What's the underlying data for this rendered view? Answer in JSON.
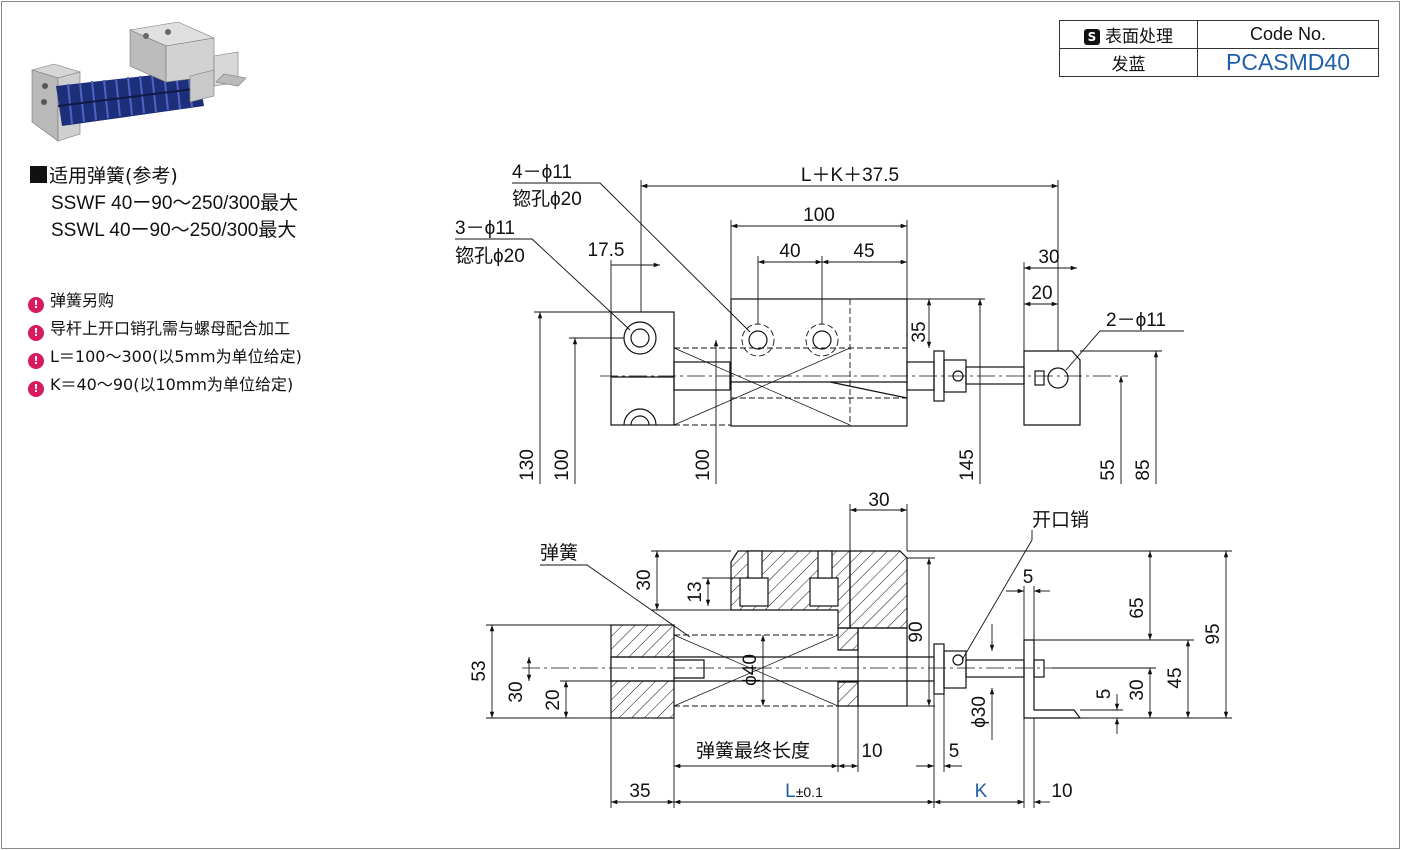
{
  "table": {
    "header_treatment": "表面处理",
    "header_treatment_badge": "S",
    "header_code": "Code No.",
    "treatment_value": "发蓝",
    "code_value": "PCASMD40"
  },
  "springs": {
    "title": "适用弹簧(参考)",
    "items": [
      "SSWF 40ー90～250/300最大",
      "SSWL 40ー90～250/300最大"
    ]
  },
  "notes": [
    "弹簧另购",
    "导杆上开口销孔需与螺母配合加工",
    "L＝100～300(以5mm为单位给定)",
    "K＝40～90(以10mm为单位给定)"
  ],
  "top_view": {
    "dim_total": "L＋K＋37.5",
    "dim_100": "100",
    "dim_40": "40",
    "dim_45": "45",
    "dim_17_5": "17.5",
    "dim_30": "30",
    "dim_20": "20",
    "dim_35": "35",
    "dim_130": "130",
    "dim_100_left": "100",
    "dim_100_mid": "100",
    "dim_145": "145",
    "dim_55": "55",
    "dim_85": "85",
    "label_4holes": "4－ϕ11",
    "label_4holes_sub": "锪孔ϕ20",
    "label_3holes": "3－ϕ11",
    "label_3holes_sub": "锪孔ϕ20",
    "label_2holes": "2－ϕ11"
  },
  "section_view": {
    "label_spring": "弹簧",
    "label_pin": "开口销",
    "dim_30_top": "30",
    "dim_30_left": "30",
    "dim_13": "13",
    "dim_90": "90",
    "dim_53": "53",
    "dim_30b": "30",
    "dim_20": "20",
    "dim_phi40": "ϕ40",
    "dim_phi30": "ϕ30",
    "dim_5_top": "5",
    "dim_5_small": "5",
    "dim_65": "65",
    "dim_95": "95",
    "dim_45": "45",
    "dim_30_right": "30",
    "label_spring_final": "弹簧最终长度",
    "dim_10_mid": "10",
    "dim_5_mid": "5",
    "dim_35": "35",
    "dim_L": "L",
    "dim_L_tol": "±0.1",
    "dim_K": "K",
    "dim_10_right": "10"
  },
  "colors": {
    "accent_blue": "#1f5ea8",
    "note_icon": "#d81b60",
    "spring_blue": "#223a8c"
  },
  "icons": {
    "note_icon": "lightbulb-icon",
    "surface_badge": "s-badge-icon"
  }
}
